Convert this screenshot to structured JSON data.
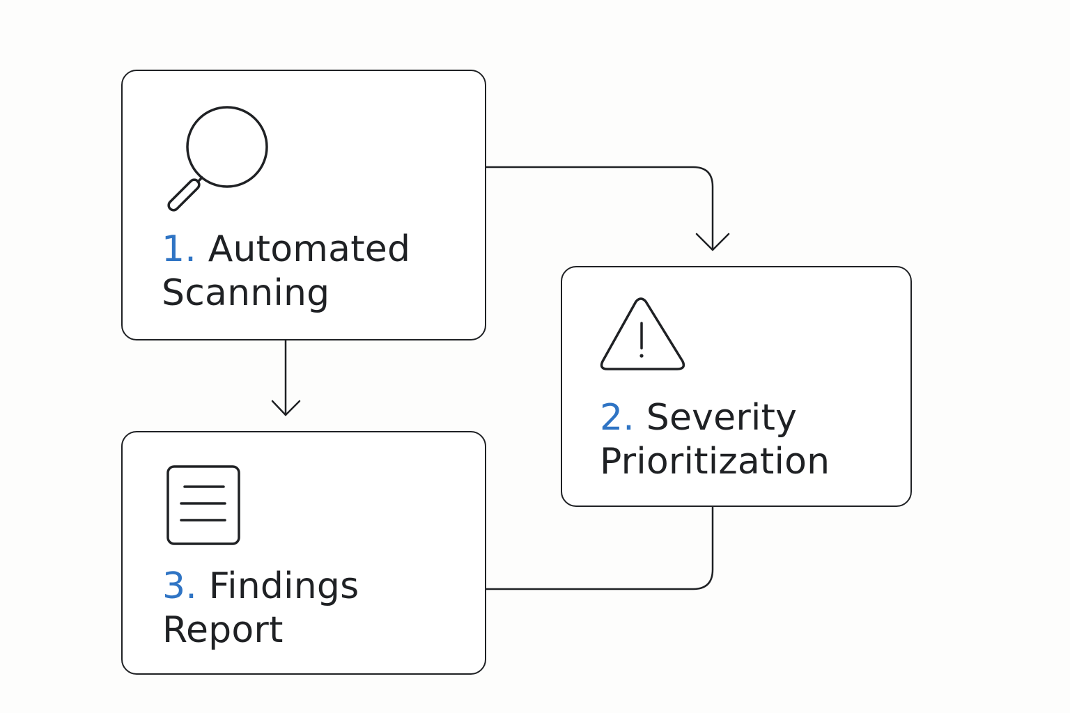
{
  "accent_color": "#2f74c4",
  "text_color": "#1f2124",
  "steps": [
    {
      "icon": "magnifying-glass-icon",
      "number": "1.",
      "title_line1": "Automated",
      "title_line2": "Scanning"
    },
    {
      "icon": "warning-triangle-icon",
      "number": "2.",
      "title_line1": "Severity",
      "title_line2": "Prioritization"
    },
    {
      "icon": "document-icon",
      "number": "3.",
      "title_line1": "Findings",
      "title_line2": "Report"
    }
  ]
}
